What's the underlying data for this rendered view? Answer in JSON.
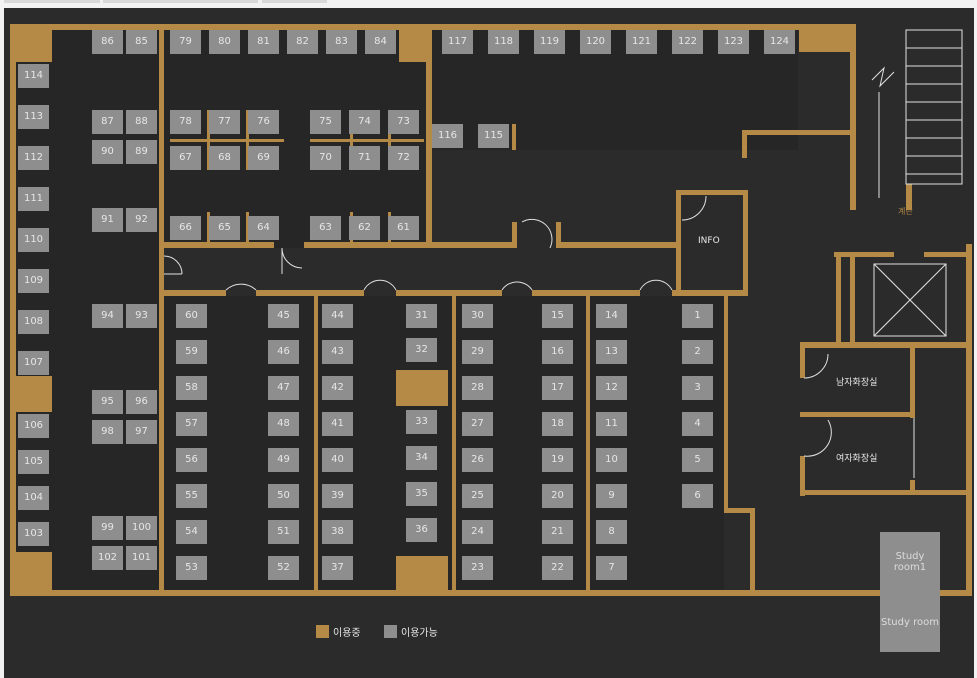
{
  "info_label": "INFO",
  "stairs_label": "계단",
  "mens_restroom": "남자화장실",
  "womens_restroom": "여자화장실",
  "study_room_1": "Study room1",
  "study_room_2": "Study room",
  "legend": {
    "in_use": "이용중",
    "available": "이용가능"
  },
  "colors": {
    "in_use": "#b58a47",
    "available": "#8e8e8e",
    "wall": "#b58a47",
    "floor": "#2b2b2b"
  },
  "seats": [
    "1",
    "2",
    "3",
    "4",
    "5",
    "6",
    "7",
    "8",
    "9",
    "10",
    "11",
    "12",
    "13",
    "14",
    "15",
    "16",
    "17",
    "18",
    "19",
    "20",
    "21",
    "22",
    "23",
    "24",
    "25",
    "26",
    "27",
    "28",
    "29",
    "30",
    "31",
    "32",
    "33",
    "34",
    "35",
    "36",
    "37",
    "38",
    "39",
    "40",
    "41",
    "42",
    "43",
    "44",
    "45",
    "46",
    "47",
    "48",
    "49",
    "50",
    "51",
    "52",
    "53",
    "54",
    "55",
    "56",
    "57",
    "58",
    "59",
    "60",
    "61",
    "62",
    "63",
    "64",
    "65",
    "66",
    "67",
    "68",
    "69",
    "70",
    "71",
    "72",
    "73",
    "74",
    "75",
    "76",
    "77",
    "78",
    "79",
    "80",
    "81",
    "82",
    "83",
    "84",
    "85",
    "86",
    "87",
    "88",
    "89",
    "90",
    "91",
    "92",
    "93",
    "94",
    "95",
    "96",
    "97",
    "98",
    "99",
    "100",
    "101",
    "102",
    "103",
    "104",
    "105",
    "106",
    "107",
    "108",
    "109",
    "110",
    "111",
    "112",
    "113",
    "114",
    "115",
    "116",
    "117",
    "118",
    "119",
    "120",
    "121",
    "122",
    "123",
    "124"
  ]
}
